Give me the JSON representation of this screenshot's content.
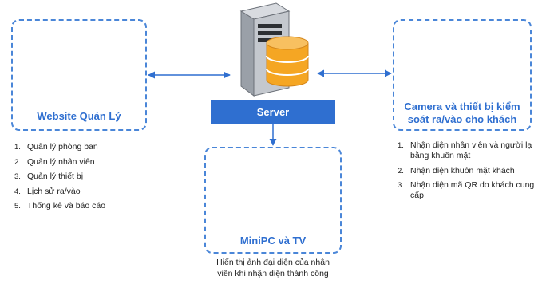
{
  "server": {
    "label": "Server"
  },
  "website": {
    "title": "Website Quản Lý",
    "features": [
      "Quản lý phòng ban",
      "Quản lý nhân viên",
      "Quản lý thiết bị",
      "Lịch sử ra/vào",
      "Thống kê và báo cáo"
    ]
  },
  "camera": {
    "title_line1": "Camera và thiết bị kiểm",
    "title_line2": "soát ra/vào cho khách",
    "features": [
      "Nhận diện nhân viên và người lạ bằng khuôn mặt",
      "Nhận diện khuôn mặt khách",
      "Nhận diện mã QR do khách cung cấp"
    ]
  },
  "minipc": {
    "title": "MiniPC và TV",
    "caption_line1": "Hiển thị ảnh đại diện của nhân",
    "caption_line2": "viên khi nhận diện thành công"
  },
  "numbers": [
    "1.",
    "2.",
    "3.",
    "4.",
    "5."
  ],
  "colors": {
    "accent": "#2f6fd0",
    "border": "#4a86d8",
    "database": "#f5a623"
  }
}
